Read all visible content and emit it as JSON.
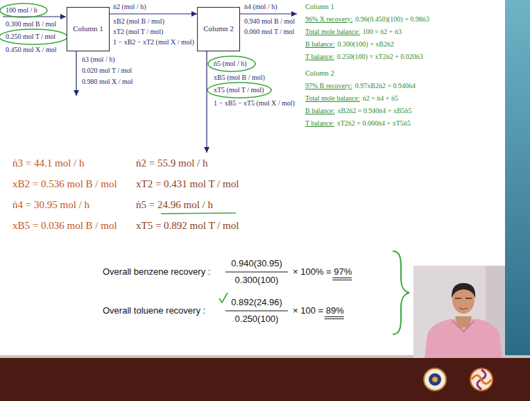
{
  "diagram": {
    "nodes": [
      {
        "text": [
          "Column 1"
        ]
      },
      {
        "text": [
          "Column 2"
        ]
      }
    ],
    "edges": [
      {
        "from": 0,
        "to": 1,
        "arrow": "to"
      }
    ],
    "labels": [
      "100 mol / h",
      "0.300 mol B / mol",
      "0.250 mol T / mol",
      "0.450 mol X / mol",
      "ṅ2 (mol / h)",
      "xB2 (mol B / mol)",
      "xT2 (mol T / mol)",
      "1 − xB2 − xT2 (mol X / mol)",
      "ṅ4 (mol / h)",
      "0.940 mol B / mol",
      "0.060 mol T / mol",
      "ṅ3 (mol / h)",
      "0.020 mol T / mol",
      "0.980 mol X / mol",
      "ṅ5 (mol / h)",
      "xB5 (mol B / mol)",
      "xT5 (mol T / mol)",
      "1 − xB5 − xT5 (mol X / mol)",
      "Column 1",
      "96% X recovery:",
      "0.96(0.450)(100) = 0.98ṅ3",
      "Total mole balance:",
      "100 = ṅ2 + ṅ3",
      "B balance:",
      "0.300(100) = xB2ṅ2",
      "T balance:",
      "0.250(100) = xT2ṅ2 + 0.020ṅ3",
      "Column 2",
      "97% B recovery:",
      "0.97xB2ṅ2 = 0.940ṅ4",
      "Total mole balance:",
      "ṅ2 = ṅ4 + ṅ5",
      "B balance:",
      "xB2ṅ2 = 0.940ṅ4 + xB5ṅ5",
      "T balance:",
      "xT2ṅ2 = 0.060ṅ4 + xT5ṅ5",
      "ṅ3 = 44.1 mol / h",
      "ṅ2 = 55.9 mol / h",
      "xB2 = 0.536 mol B / mol",
      "xT2 = 0.431 mol T / mol",
      "ṅ4 = 30.95 mol / h",
      "ṅ5 = 24.96 mol / h",
      "xB5 = 0.036 mol B / mol",
      "xT5 = 0.892 mol T / mol",
      "Overall benzene recovery :",
      "0.940(30.95)",
      "0.300(100)",
      "× 100% = 97%",
      "Overall toluene recovery :",
      "0.892(24.96)",
      "0.250(100)",
      "× 100 = 89%"
    ]
  }
}
